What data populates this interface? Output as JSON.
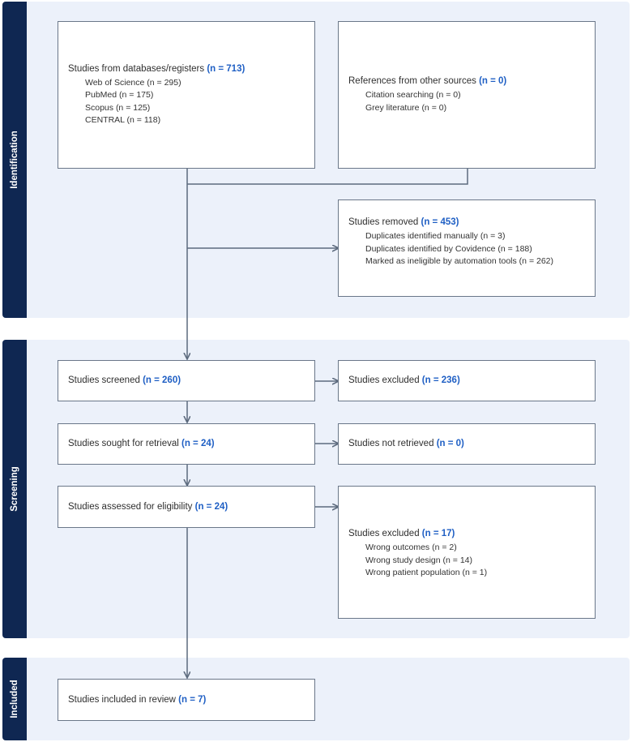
{
  "phases": {
    "identification": "Identification",
    "screening": "Screening",
    "included": "Included"
  },
  "identification": {
    "databases": {
      "title": "Studies from databases/registers",
      "n": "(n = 713)",
      "items": [
        "Web of Science (n = 295)",
        "PubMed (n = 175)",
        "Scopus (n = 125)",
        "CENTRAL (n = 118)"
      ]
    },
    "other_sources": {
      "title": "References from other sources",
      "n": "(n = 0)",
      "items": [
        "Citation searching (n = 0)",
        "Grey literature (n = 0)"
      ]
    },
    "removed": {
      "title": "Studies removed",
      "n": "(n = 453)",
      "items": [
        "Duplicates identified manually (n = 3)",
        "Duplicates identified by Covidence (n = 188)",
        "Marked as ineligible by automation tools (n = 262)"
      ]
    }
  },
  "screening": {
    "screened": {
      "title": "Studies screened",
      "n": "(n = 260)"
    },
    "excluded": {
      "title": "Studies excluded",
      "n": "(n = 236)"
    },
    "sought": {
      "title": "Studies sought for retrieval",
      "n": "(n = 24)"
    },
    "not_retrieved": {
      "title": "Studies not retrieved",
      "n": "(n = 0)"
    },
    "assessed": {
      "title": "Studies assessed for eligibility",
      "n": "(n = 24)"
    },
    "excluded_reasons": {
      "title": "Studies excluded",
      "n": "(n = 17)",
      "items": [
        "Wrong outcomes (n = 2)",
        "Wrong study design (n = 14)",
        "Wrong patient population (n = 1)"
      ]
    }
  },
  "included": {
    "final": {
      "title": "Studies included in review",
      "n": "(n = 7)"
    }
  },
  "colors": {
    "phase_label_bg": "#0f2752",
    "band_bg": "#ecf1fa",
    "count_text": "#1f5fc4",
    "connector": "#5d6b7e"
  }
}
